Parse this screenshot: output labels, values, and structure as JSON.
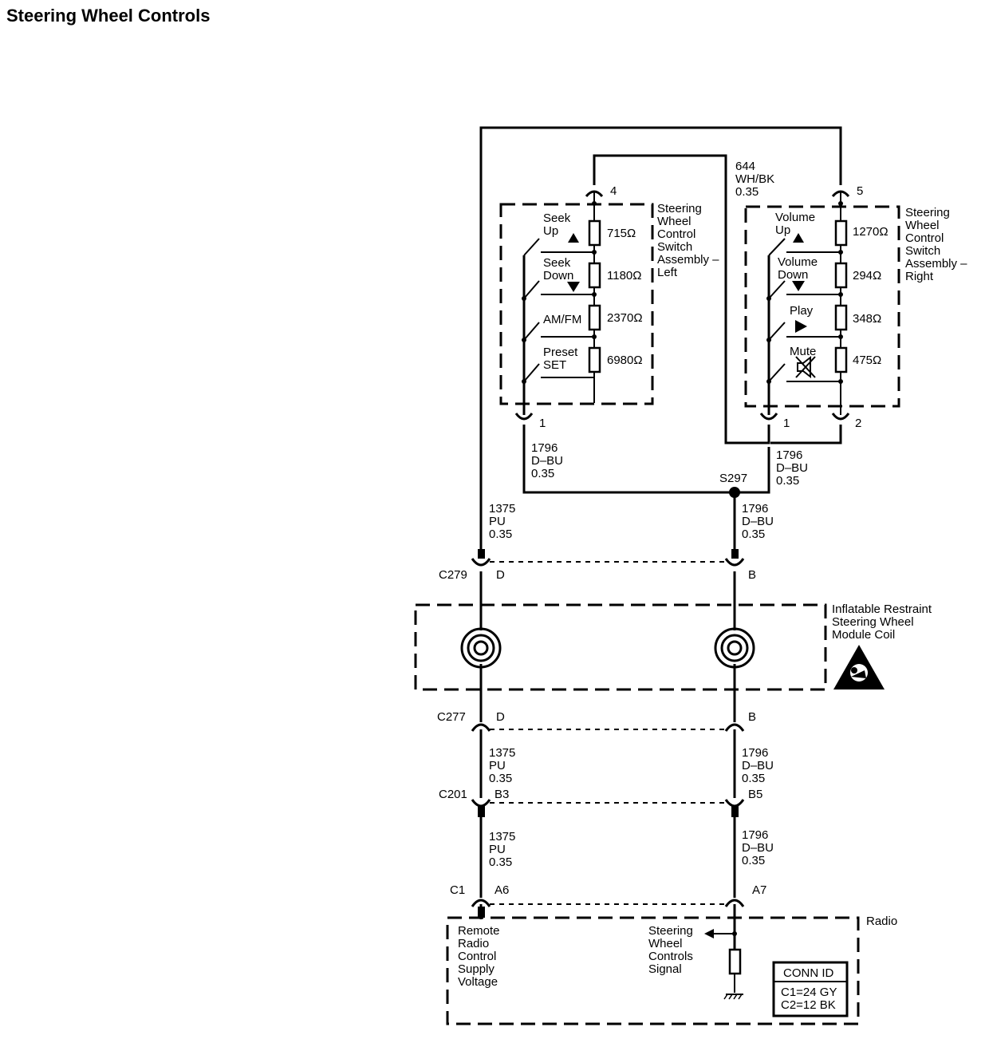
{
  "title": "Steering Wheel Controls",
  "switch_left": {
    "name": [
      "Steering",
      "Wheel",
      "Control",
      "Switch",
      "Assembly –",
      "Left"
    ],
    "pin_top": "4",
    "pin_bottom": "1",
    "buttons": [
      {
        "label": [
          "Seek",
          "Up"
        ],
        "resistor": "715Ω",
        "icon": "triangle-up-icon"
      },
      {
        "label": [
          "Seek",
          "Down"
        ],
        "resistor": "1180Ω",
        "icon": "triangle-down-icon"
      },
      {
        "label": [
          "AM/FM"
        ],
        "resistor": "2370Ω"
      },
      {
        "label": [
          "Preset",
          "SET"
        ],
        "resistor": "6980Ω"
      }
    ]
  },
  "switch_right": {
    "name": [
      "Steering",
      "Wheel",
      "Control",
      "Switch",
      "Assembly –",
      "Right"
    ],
    "pin_top": "5",
    "pin_bottom_left": "1",
    "pin_bottom_right": "2",
    "buttons": [
      {
        "label": [
          "Volume",
          "Up"
        ],
        "resistor": "1270Ω",
        "icon": "triangle-up-icon"
      },
      {
        "label": [
          "Volume",
          "Down"
        ],
        "resistor": "294Ω",
        "icon": "triangle-down-icon"
      },
      {
        "label": [
          "Play"
        ],
        "resistor": "348Ω",
        "icon": "play-icon"
      },
      {
        "label": [
          "Mute"
        ],
        "resistor": "475Ω",
        "icon": "mute-speaker-icon"
      }
    ]
  },
  "wires": {
    "w644": [
      "644",
      "WH/BK",
      "0.35"
    ],
    "w1796_left": [
      "1796",
      "D–BU",
      "0.35"
    ],
    "w1796_right": [
      "1796",
      "D–BU",
      "0.35"
    ],
    "w1375_a": [
      "1375",
      "PU",
      "0.35"
    ],
    "w1796_a": [
      "1796",
      "D–BU",
      "0.35"
    ],
    "w1375_b": [
      "1375",
      "PU",
      "0.35"
    ],
    "w1796_b": [
      "1796",
      "D–BU",
      "0.35"
    ],
    "w1375_c": [
      "1375",
      "PU",
      "0.35"
    ],
    "w1796_c": [
      "1796",
      "D–BU",
      "0.35"
    ]
  },
  "splice": "S297",
  "connectors": {
    "c279": {
      "name": "C279",
      "left": "D",
      "right": "B"
    },
    "c277": {
      "name": "C277",
      "left": "D",
      "right": "B"
    },
    "c201": {
      "name": "C201",
      "left": "B3",
      "right": "B5"
    },
    "c1": {
      "name": "C1",
      "left": "A6",
      "right": "A7"
    }
  },
  "coil": {
    "label": [
      "Inflatable Restraint",
      "Steering Wheel",
      "Module Coil"
    ],
    "icon": "airbag-warning-icon"
  },
  "radio": {
    "label": "Radio",
    "supply_label": [
      "Remote",
      "Radio",
      "Control",
      "Supply",
      "Voltage"
    ],
    "signal_label": [
      "Steering",
      "Wheel",
      "Controls",
      "Signal"
    ]
  },
  "conn_id": {
    "header": "CONN ID",
    "rows": [
      "C1=24 GY",
      "C2=12 BK"
    ]
  }
}
